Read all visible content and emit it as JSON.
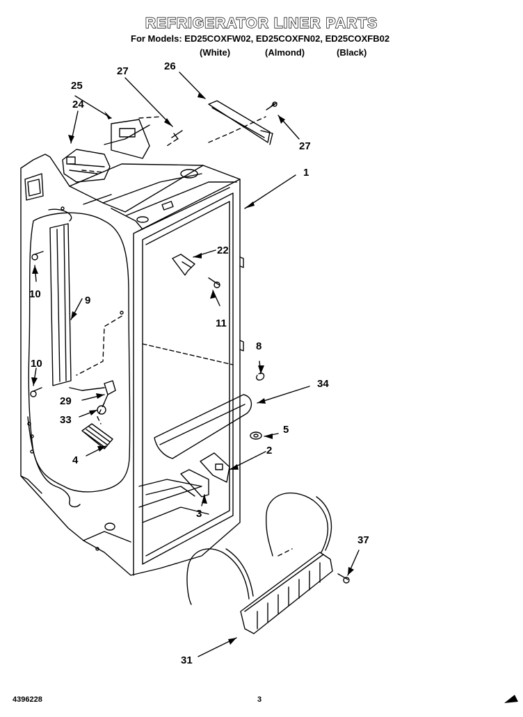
{
  "header": {
    "title": "REFRIGERATOR LINER PARTS",
    "models_line": "For Models: ED25COXFW02, ED25COXFN02, ED25COXFB02",
    "variants": [
      "(White)",
      "(Almond)",
      "(Black)"
    ]
  },
  "callouts": {
    "c1": "1",
    "c2": "2",
    "c3": "3",
    "c4": "4",
    "c5": "5",
    "c8": "8",
    "c9": "9",
    "c10a": "10",
    "c10b": "10",
    "c11": "11",
    "c22": "22",
    "c24": "24",
    "c25": "25",
    "c26": "26",
    "c27a": "27",
    "c27b": "27",
    "c29": "29",
    "c31": "31",
    "c33": "33",
    "c34": "34",
    "c37": "37"
  },
  "footer": {
    "doc_number": "4396228",
    "page_number": "3"
  }
}
